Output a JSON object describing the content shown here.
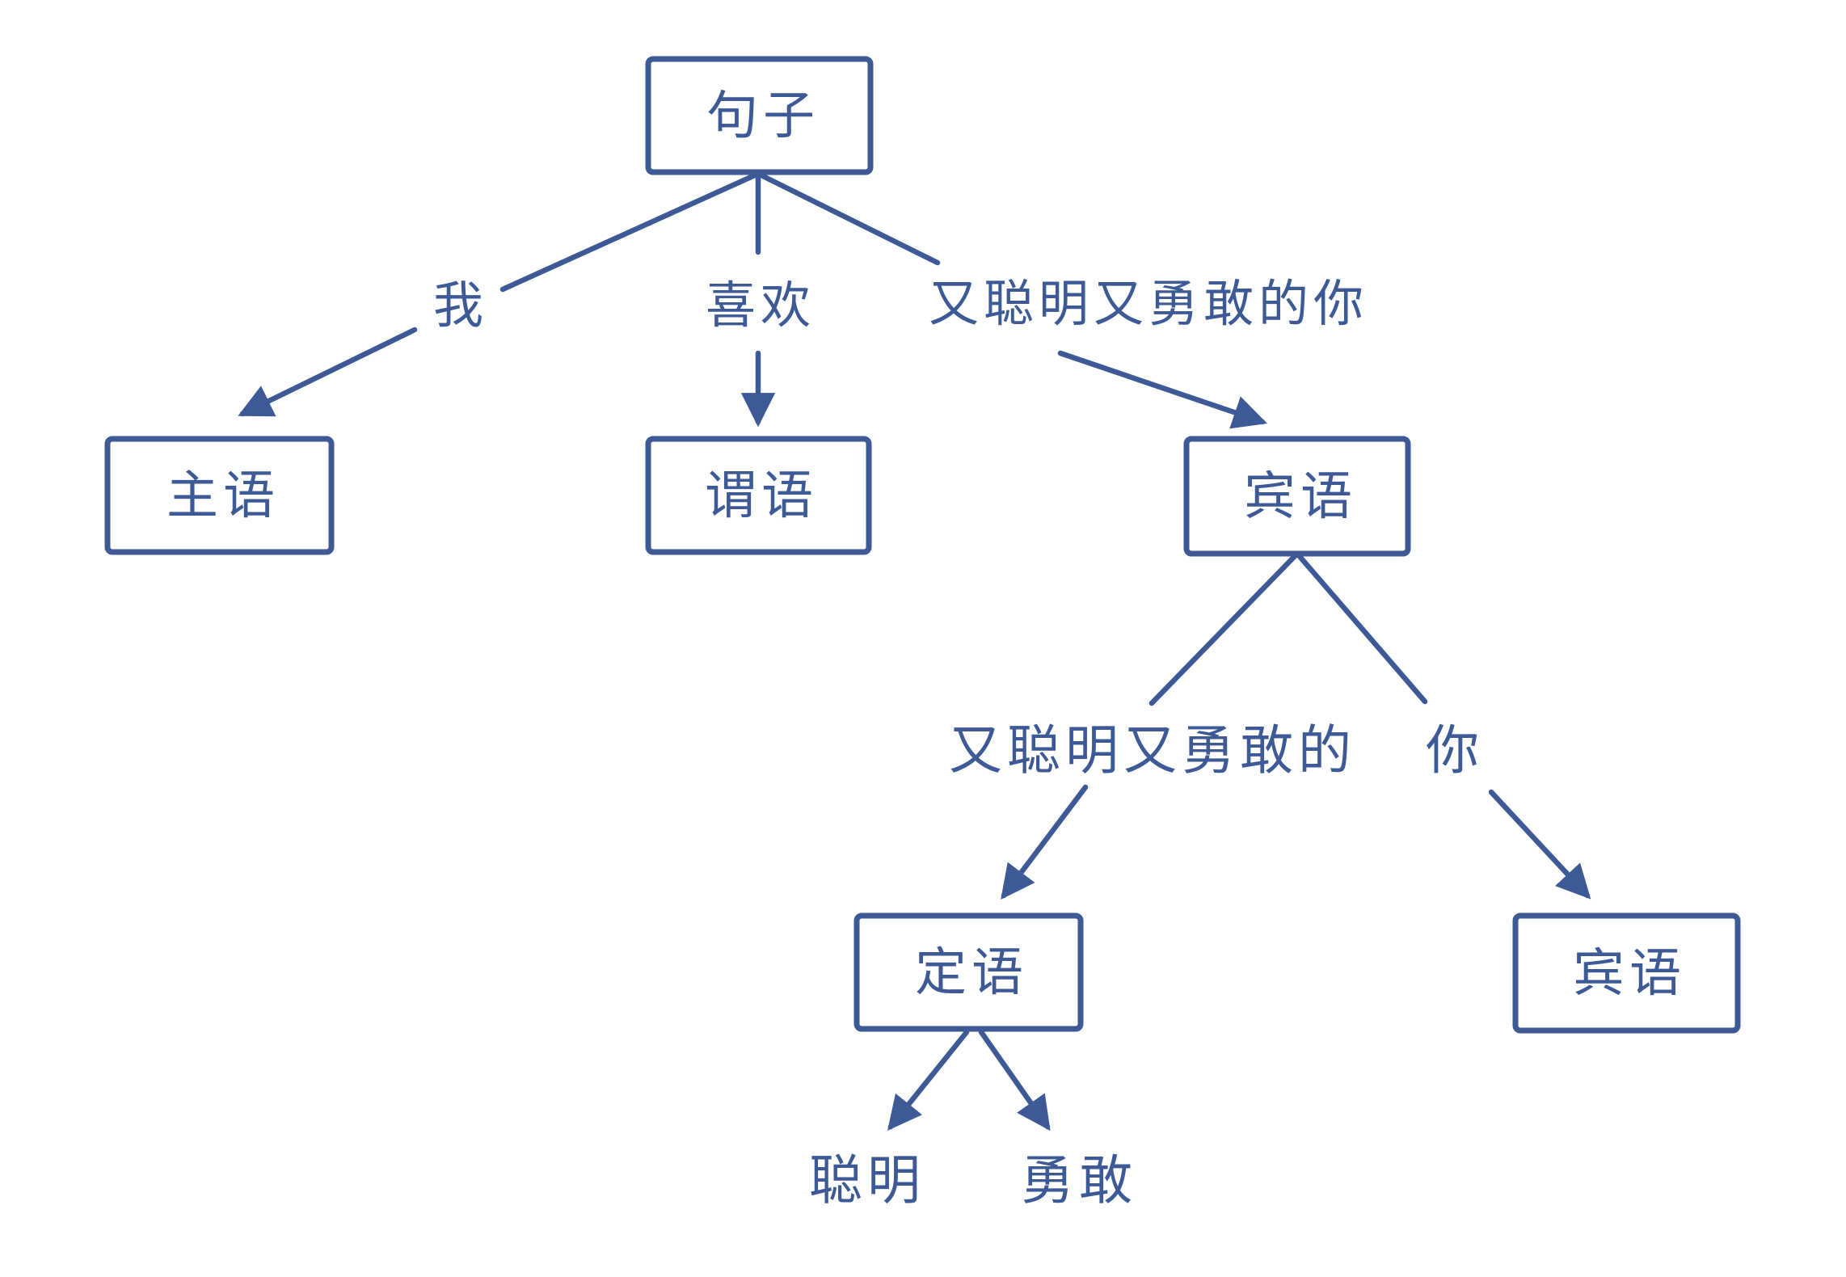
{
  "diagram": {
    "kind": "sentence-syntax-tree",
    "accent_color": "#3D5A96",
    "background_color": "#FFFFFF",
    "nodes": {
      "sentence": {
        "label": "句子"
      },
      "subject": {
        "label": "主语"
      },
      "predicate": {
        "label": "谓语"
      },
      "object": {
        "label": "宾语"
      },
      "attributive": {
        "label": "定语"
      },
      "object_inner": {
        "label": "宾语"
      }
    },
    "words": {
      "wo": {
        "text": "我"
      },
      "xihuan": {
        "text": "喜欢"
      },
      "phrase_full": {
        "text": "又聪明又勇敢的你"
      },
      "phrase_attr": {
        "text": "又聪明又勇敢的"
      },
      "ni": {
        "text": "你"
      },
      "congming": {
        "text": "聪明"
      },
      "yonggan": {
        "text": "勇敢"
      }
    }
  }
}
